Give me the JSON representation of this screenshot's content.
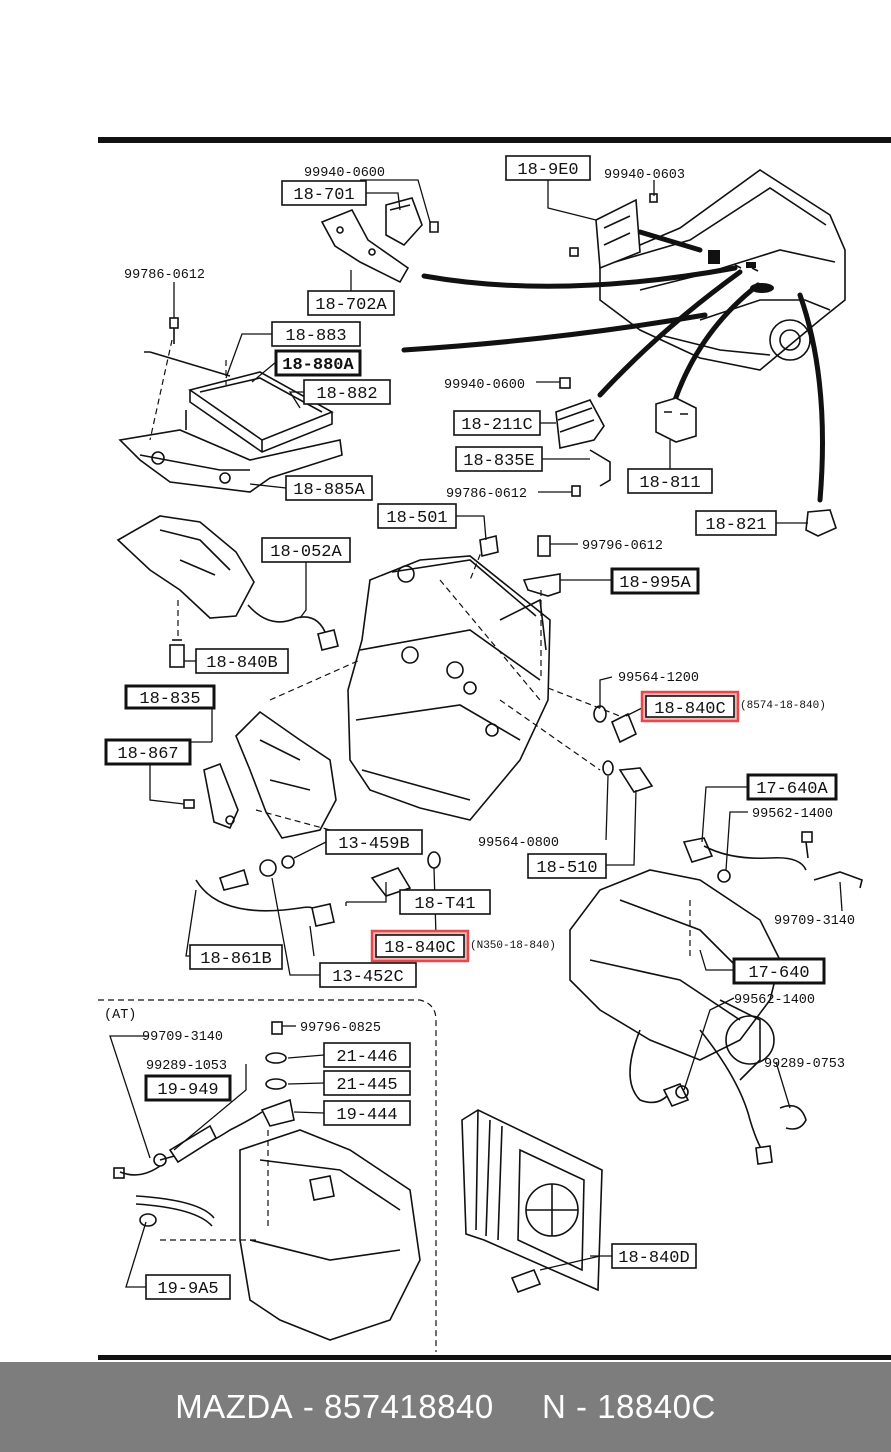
{
  "labels": {
    "l_18_9E0": "18-9E0",
    "l_18_701": "18-701",
    "l_18_702A": "18-702A",
    "l_18_883": "18-883",
    "l_18_880A": "18-880A",
    "l_18_882": "18-882",
    "l_18_885A": "18-885A",
    "l_18_211C": "18-211C",
    "l_18_835E": "18-835E",
    "l_18_811": "18-811",
    "l_18_821": "18-821",
    "l_18_501": "18-501",
    "l_18_052A": "18-052A",
    "l_18_995A": "18-995A",
    "l_18_840B": "18-840B",
    "l_18_835": "18-835",
    "l_18_867": "18-867",
    "l_18_840C_top": "18-840C",
    "l_17_640A": "17-640A",
    "l_13_459B": "13-459B",
    "l_18_510": "18-510",
    "l_18_T41": "18-T41",
    "l_18_840C_bottom": "18-840C",
    "l_18_861B": "18-861B",
    "l_13_452C": "13-452C",
    "l_17_640": "17-640",
    "l_21_446": "21-446",
    "l_21_445": "21-445",
    "l_19_949": "19-949",
    "l_19_444": "19-444",
    "l_19_9A5": "19-9A5",
    "l_18_840D": "18-840D"
  },
  "part_numbers": {
    "p_99940_0600_a": "99940-0600",
    "p_99940_0603": "99940-0603",
    "p_99786_0612_a": "99786-0612",
    "p_99940_0600_b": "99940-0600",
    "p_99786_0612_b": "99786-0612",
    "p_99796_0612": "99796-0612",
    "p_99564_1200": "99564-1200",
    "p_99562_1400_a": "99562-1400",
    "p_99564_0800": "99564-0800",
    "p_99709_3140_a": "99709-3140",
    "p_99562_1400_b": "99562-1400",
    "p_99289_0753": "99289-0753",
    "p_99709_3140_b": "99709-3140",
    "p_99796_0825": "99796-0825",
    "p_99289_1053": "99289-1053"
  },
  "notes": {
    "note_top": "(8574-18-840)",
    "note_bottom": "(N350-18-840)",
    "at_section": "(AT)"
  },
  "footer": {
    "brand": "MAZDA",
    "part_number": "857418840",
    "oem_code": "N - 18840C",
    "separator": " - "
  },
  "colors": {
    "highlight_fill": "#f7b4b4",
    "highlight_border": "#e5484d",
    "footer_bg": "#7d7d7d",
    "ink": "#111111"
  }
}
